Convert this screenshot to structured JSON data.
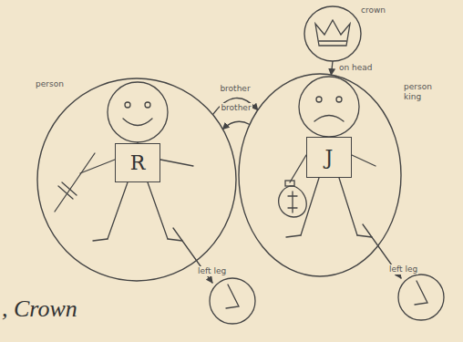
{
  "diagram": {
    "nodes": [
      {
        "text": [
          "person"
        ]
      },
      {
        "text": [
          "R"
        ],
        "in": 0
      },
      {
        "text": [
          "person",
          "king"
        ]
      },
      {
        "text": [
          "J"
        ],
        "in": 2
      },
      {
        "text": [
          "crown"
        ]
      }
    ],
    "edges": [
      {
        "from": 0,
        "to": 2,
        "label": "brother",
        "arrow": "to"
      },
      {
        "from": 2,
        "to": 0,
        "label": "brother",
        "arrow": "to"
      },
      {
        "from": 4,
        "to": 2,
        "label": "on head",
        "arrow": "to"
      }
    ],
    "labels": [
      "left leg",
      "left leg",
      ", Crown"
    ]
  }
}
